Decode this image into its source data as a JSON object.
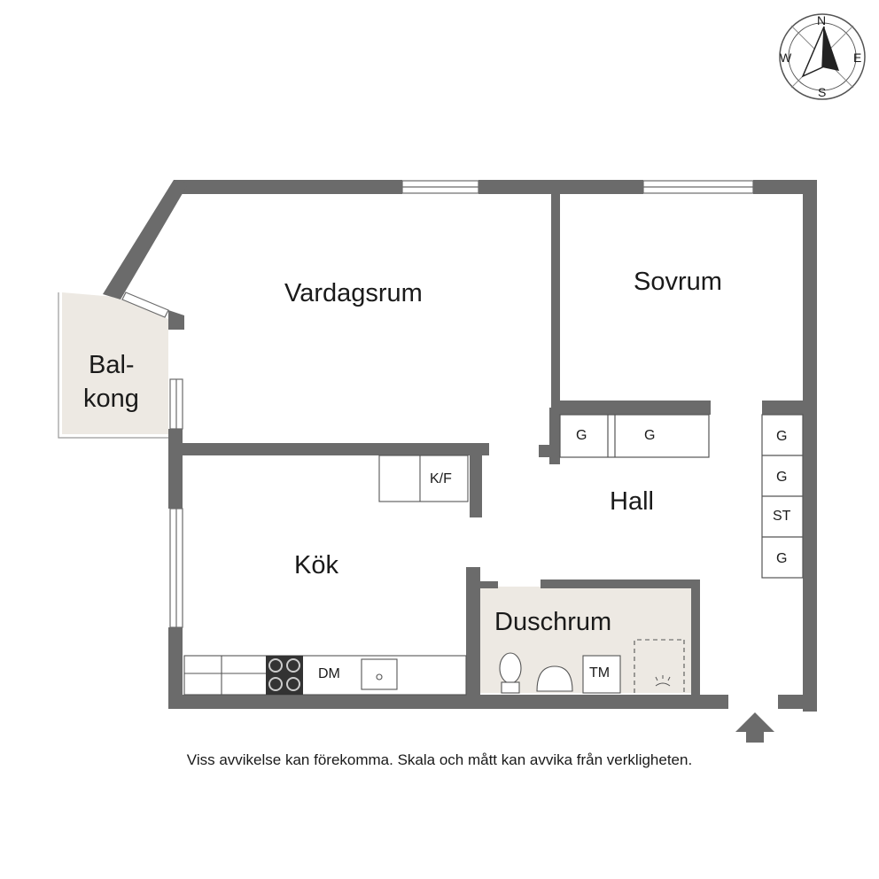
{
  "rooms": {
    "vardagsrum": "Vardagsrum",
    "sovrum": "Sovrum",
    "balkong_line1": "Bal-",
    "balkong_line2": "kong",
    "kok": "Kök",
    "hall": "Hall",
    "duschrum": "Duschrum"
  },
  "fixtures": {
    "kf": "K/F",
    "dm": "DM",
    "tm": "TM",
    "g": "G",
    "st": "ST"
  },
  "compass": {
    "north": "N",
    "south": "S",
    "east": "E",
    "west": "W"
  },
  "disclaimer": "Viss avvikelse kan förekomma. Skala och mått kan avvika från verkligheten.",
  "colors": {
    "wall": "#6b6b6b",
    "wet_room": "#ede9e3",
    "balcony": "#ede9e3",
    "line": "#444444"
  }
}
